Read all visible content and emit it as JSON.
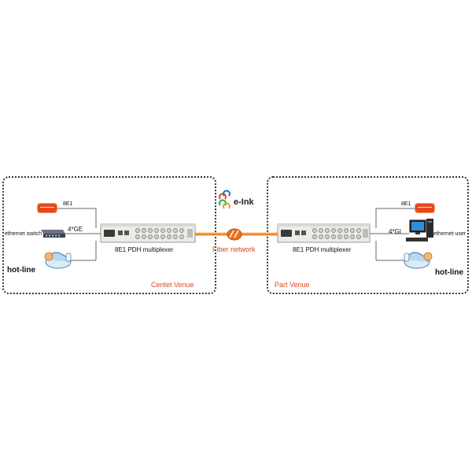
{
  "brand": {
    "name": "e-Ink"
  },
  "fiber": {
    "label": "Fiber network",
    "color": "#f08a2c"
  },
  "left_venue": {
    "label": "Centet Venue",
    "mux_label": "8E1 PDH multiplexer",
    "e1_label": "8E1",
    "ge_label": "4*GE",
    "device_label": "ethernet switch",
    "phone_label": "hot-line"
  },
  "right_venue": {
    "label": "Part Venue",
    "mux_label": "8E1 PDH multiplexer",
    "e1_label": "8E1",
    "ge_label": "4*GI",
    "device_label": "ethernet user",
    "phone_label": "hot-line"
  },
  "colors": {
    "accent": "#e0451f",
    "line": "#555555"
  }
}
